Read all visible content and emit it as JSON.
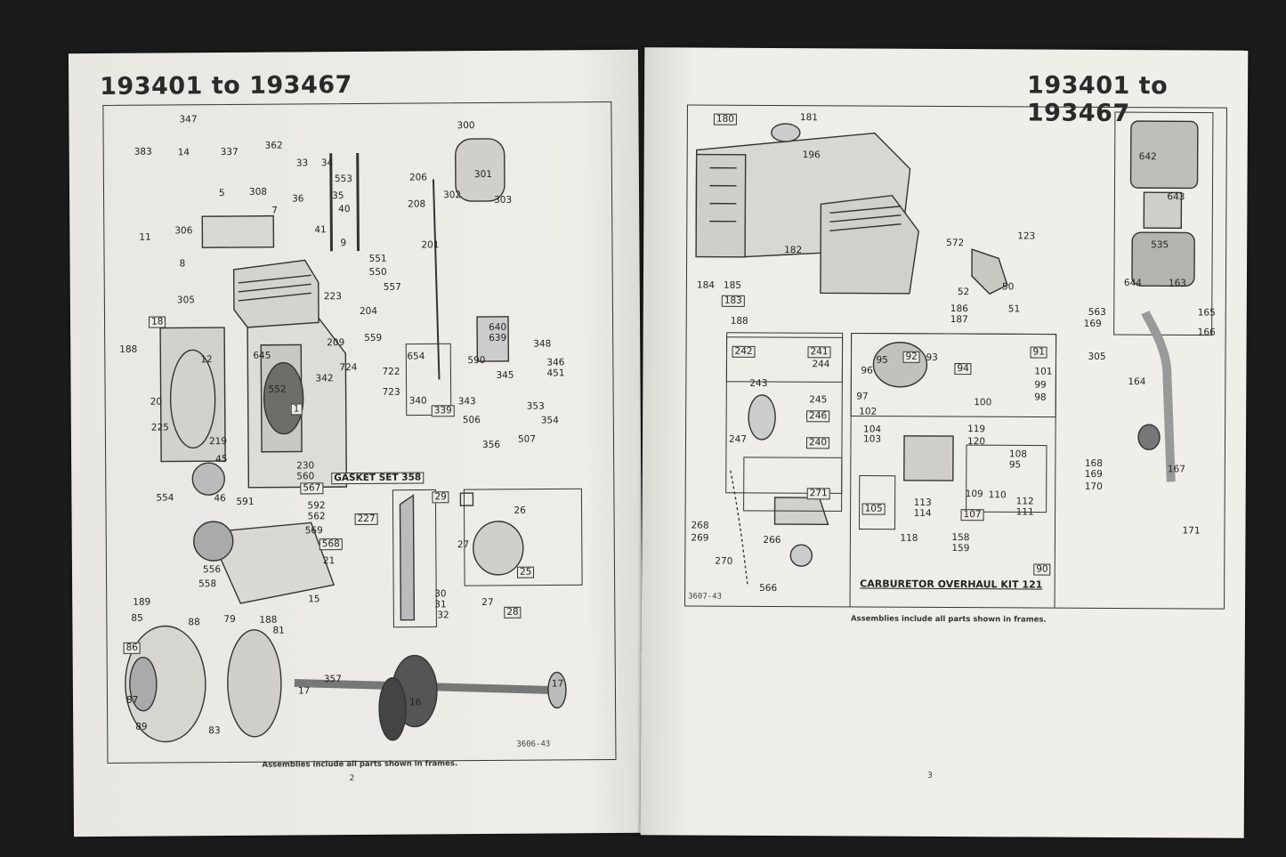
{
  "left_page": {
    "title": "193401 to 193467",
    "caption": "Assemblies include all parts shown in frames.",
    "page_number": "2",
    "drawing_code": "3606-43",
    "gasket_set_label": "GASKET SET 358",
    "labels": [
      "383",
      "347",
      "14",
      "337",
      "362",
      "33",
      "34",
      "553",
      "36",
      "35",
      "300",
      "301",
      "302",
      "303",
      "206",
      "208",
      "201",
      "5",
      "308",
      "7",
      "40",
      "41",
      "306",
      "11",
      "8",
      "9",
      "551",
      "550",
      "557",
      "305",
      "223",
      "204",
      "559",
      "18",
      "188",
      "12",
      "645",
      "209",
      "640",
      "639",
      "348",
      "346",
      "451",
      "654",
      "590",
      "345",
      "342",
      "724",
      "722",
      "723",
      "340",
      "339",
      "343",
      "552",
      "1",
      "20",
      "225",
      "219",
      "353",
      "506",
      "507",
      "354",
      "356",
      "45",
      "230",
      "560",
      "567",
      "554",
      "46",
      "591",
      "592",
      "562",
      "227",
      "569",
      "568",
      "21",
      "29",
      "26",
      "27",
      "25",
      "556",
      "558",
      "15",
      "30",
      "31",
      "32",
      "28",
      "189",
      "85",
      "88",
      "79",
      "188",
      "81",
      "86",
      "87",
      "89",
      "83",
      "17",
      "357",
      "16",
      "17",
      "27"
    ]
  },
  "right_page": {
    "title": "193401 to 193467",
    "caption": "Assemblies include all parts shown in frames.",
    "page_number": "3",
    "drawing_code": "3607-43",
    "carburetor_kit_label": "CARBURETOR OVERHAUL KIT 121",
    "labels": [
      "180",
      "181",
      "196",
      "642",
      "643",
      "535",
      "644",
      "163",
      "182",
      "572",
      "123",
      "184",
      "185",
      "183",
      "52",
      "50",
      "51",
      "188",
      "186",
      "187",
      "563",
      "169",
      "165",
      "166",
      "305",
      "164",
      "242",
      "241",
      "244",
      "243",
      "245",
      "246",
      "247",
      "240",
      "95",
      "96",
      "92",
      "93",
      "94",
      "91",
      "101",
      "99",
      "98",
      "97",
      "100",
      "102",
      "104",
      "103",
      "119",
      "120",
      "108",
      "95",
      "109",
      "110",
      "112",
      "111",
      "113",
      "114",
      "107",
      "105",
      "118",
      "158",
      "159",
      "90",
      "168",
      "169",
      "167",
      "170",
      "171",
      "271",
      "268",
      "269",
      "266",
      "270",
      "566"
    ]
  }
}
